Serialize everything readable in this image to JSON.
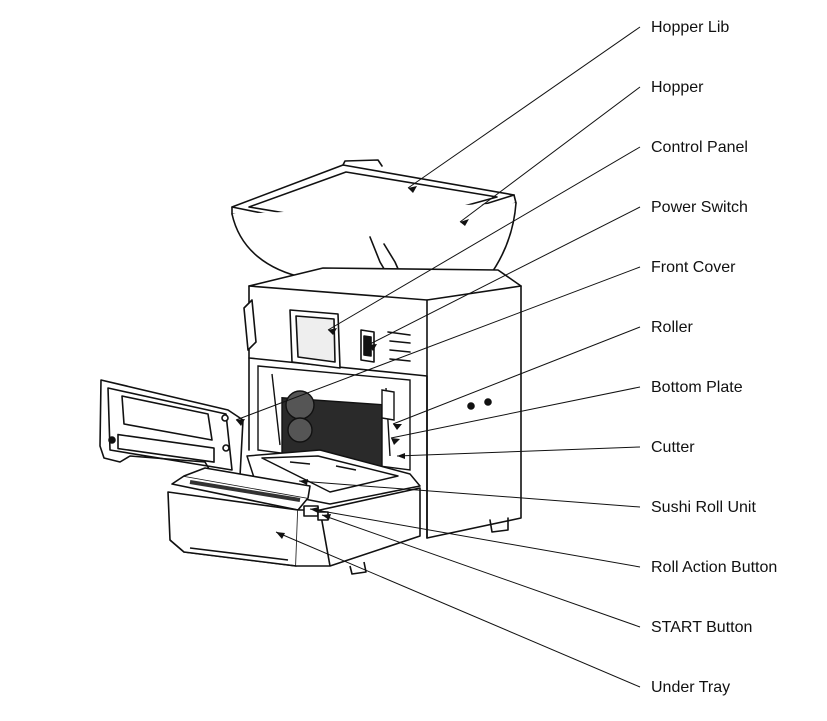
{
  "callouts": [
    {
      "id": "hopper-lib",
      "label": "Hopper Lib"
    },
    {
      "id": "hopper",
      "label": "Hopper"
    },
    {
      "id": "control-panel",
      "label": "Control Panel"
    },
    {
      "id": "power-switch",
      "label": "Power Switch"
    },
    {
      "id": "front-cover",
      "label": "Front Cover"
    },
    {
      "id": "roller",
      "label": "Roller"
    },
    {
      "id": "bottom-plate",
      "label": "Bottom Plate"
    },
    {
      "id": "cutter",
      "label": "Cutter"
    },
    {
      "id": "sushi-roll-unit",
      "label": "Sushi Roll Unit"
    },
    {
      "id": "roll-action-button",
      "label": "Roll Action Button"
    },
    {
      "id": "start-button",
      "label": "START Button"
    },
    {
      "id": "under-tray",
      "label": "Under Tray"
    }
  ]
}
